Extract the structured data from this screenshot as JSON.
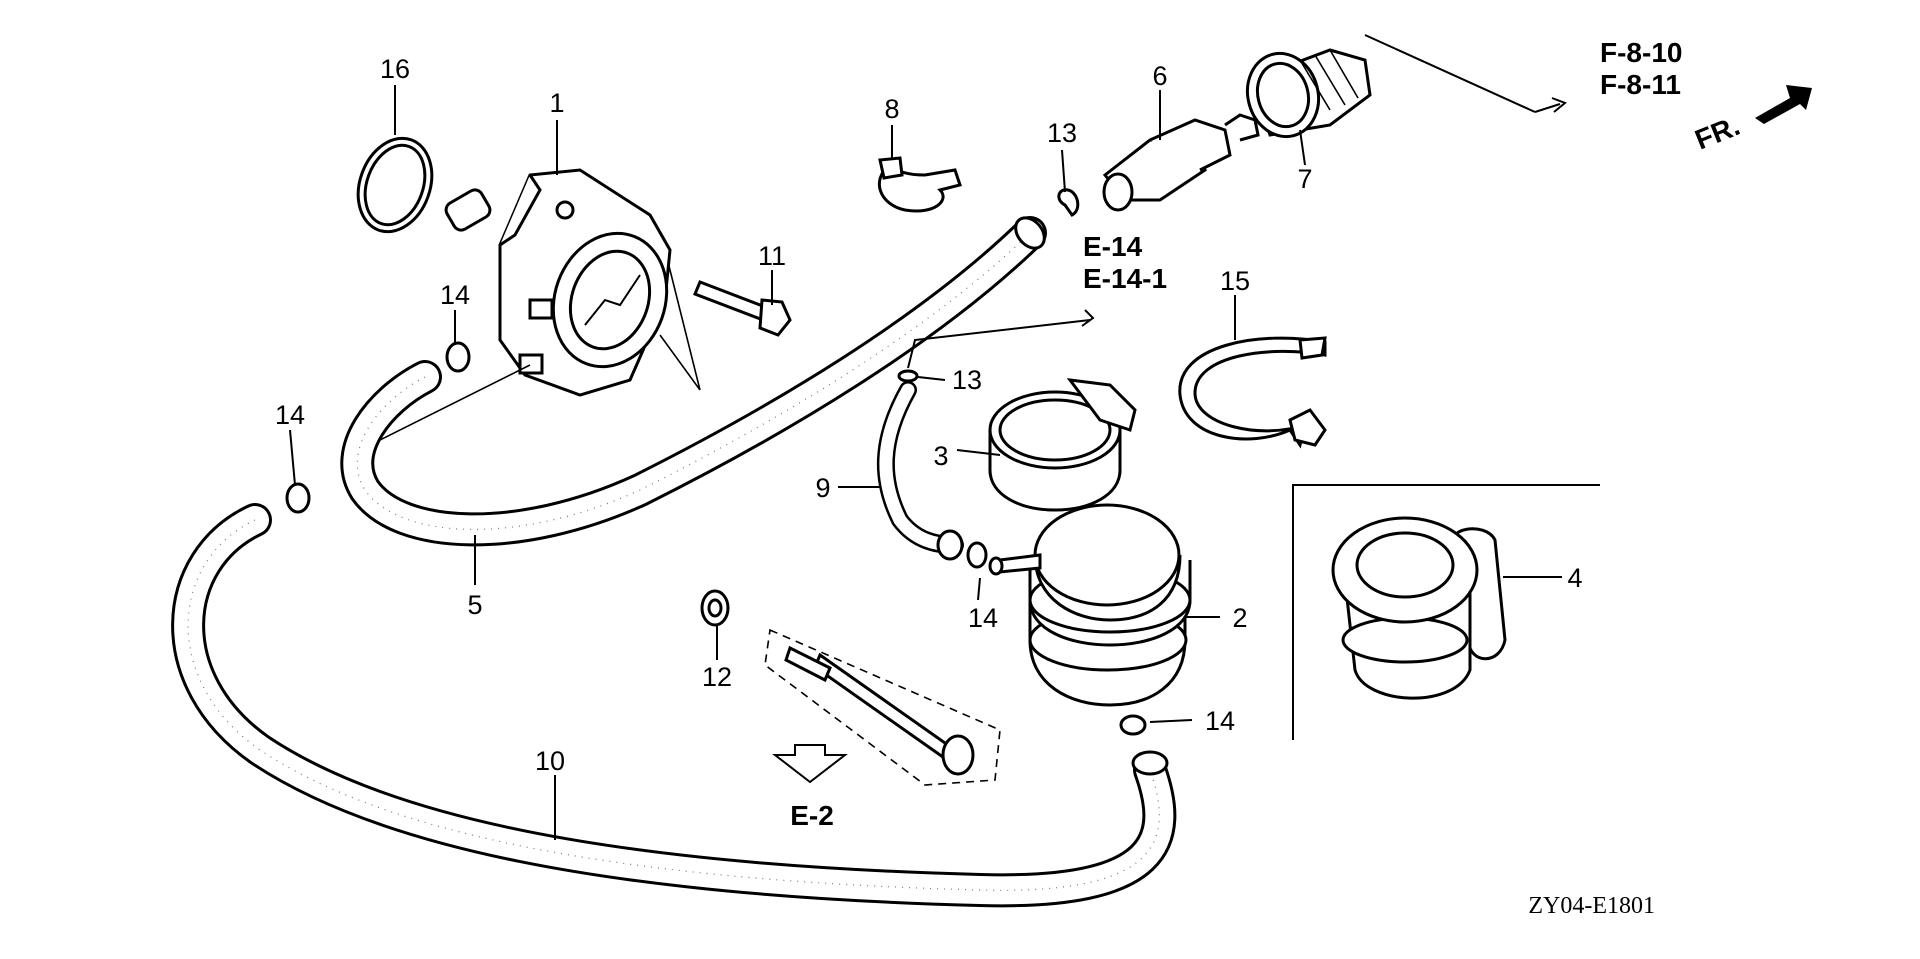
{
  "diagram": {
    "callouts": [
      "1",
      "2",
      "3",
      "4",
      "5",
      "6",
      "7",
      "8",
      "9",
      "10",
      "11",
      "12",
      "13",
      "13",
      "14",
      "14",
      "14",
      "14",
      "15",
      "16"
    ],
    "references": {
      "front_ref_a": "F-8-10",
      "front_ref_b": "F-8-11",
      "direction": "FR.",
      "e14": "E-14",
      "e14_1": "E-14-1",
      "e2": "E-2"
    },
    "diagram_code": "ZY04-E1801"
  }
}
